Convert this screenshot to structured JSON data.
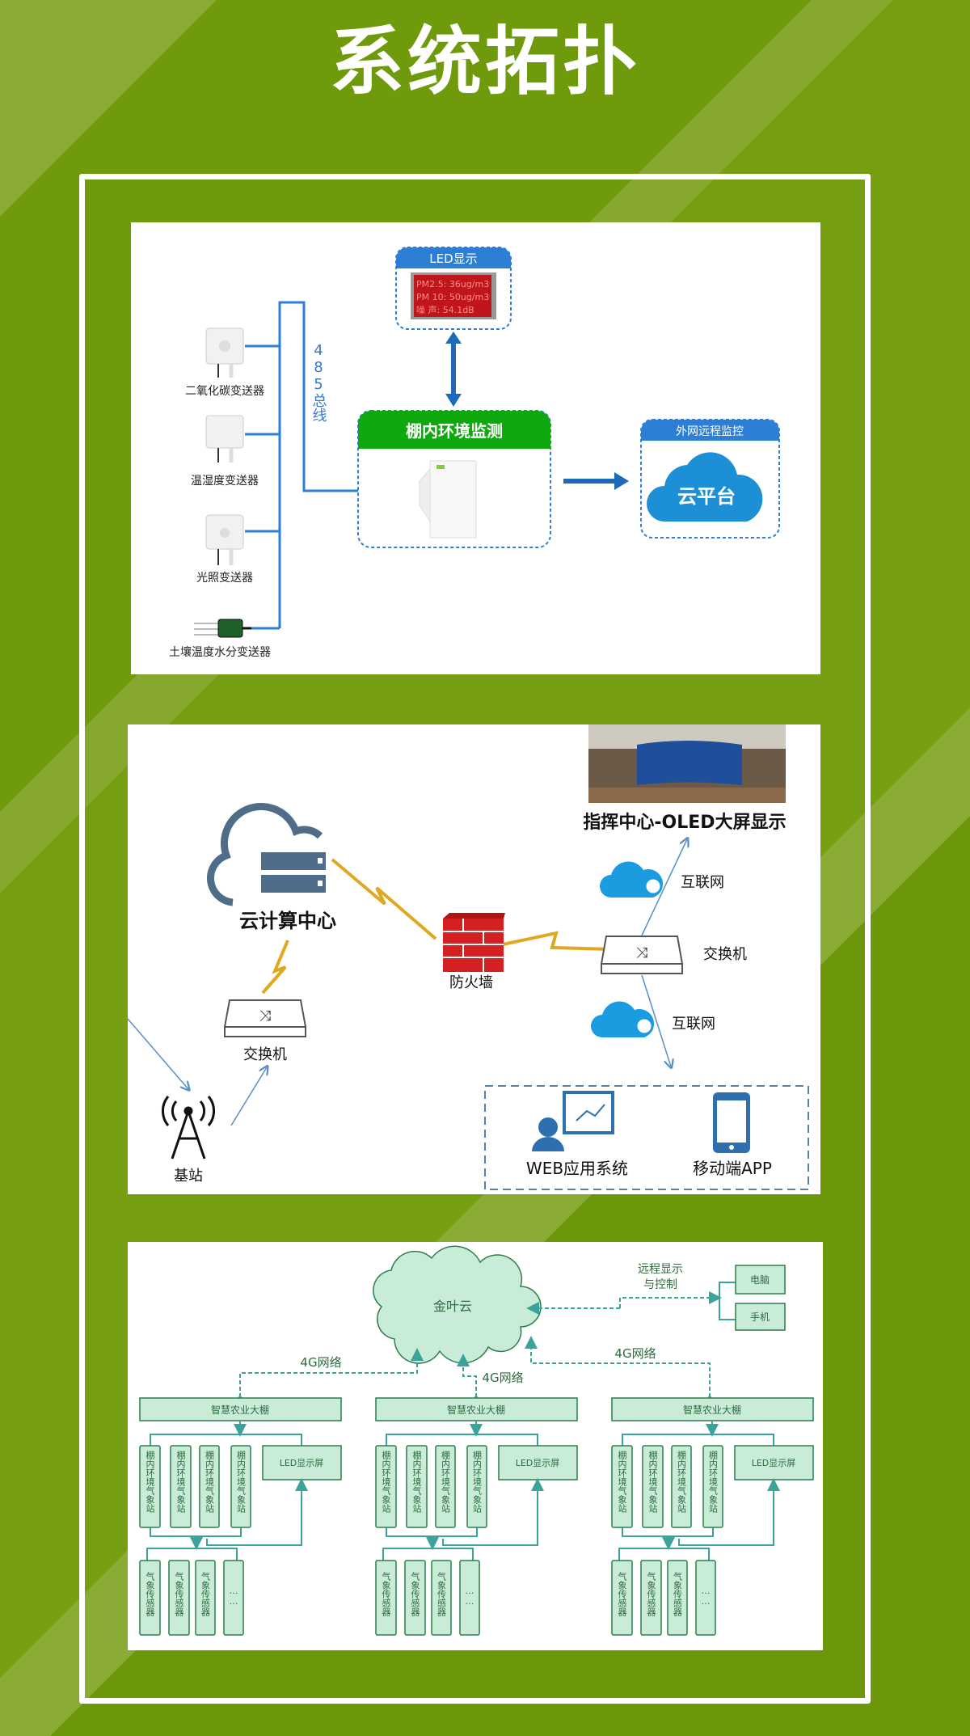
{
  "title": "系统拓扑",
  "colors": {
    "accent_green": "#0fa80f",
    "accent_blue": "#2d7fd6",
    "diagram_box": "#c8ecd8",
    "diagram_line": "#3aa39a"
  },
  "panel1": {
    "led_header": "LED显示",
    "led_lines": [
      "PM2.5: 36ug/m3",
      "PM 10: 50ug/m3",
      "噪 声: 54.1dB"
    ],
    "bus_label": "485总线",
    "monitor_header": "棚内环境监测",
    "remote_header": "外网远程监控",
    "cloud_label": "云平台",
    "sensors": [
      "二氧化碳变送器",
      "温湿度变送器",
      "光照变送器",
      "土壤温度水分变送器"
    ]
  },
  "panel2": {
    "command_center": "指挥中心-OLED大屏显示",
    "cloud_center": "云计算中心",
    "firewall": "防火墙",
    "switch_right": "交换机",
    "internet_top": "互联网",
    "internet_bottom": "互联网",
    "switch_left": "交换机",
    "base_station": "基站",
    "web_app": "WEB应用系统",
    "mobile_app": "移动端APP"
  },
  "panel3": {
    "cloud": "金叶云",
    "remote": [
      "远程显示",
      "与控制"
    ],
    "pc": "电脑",
    "phone": "手机",
    "networks": [
      "4G网络",
      "4G网络",
      "4G网络"
    ],
    "groups": [
      {
        "name": "智慧农业大棚",
        "stations": [
          "棚内环境气象站",
          "棚内环境气象站",
          "棚内环境气象站",
          "棚内环境气象站"
        ],
        "led": "LED显示屏",
        "sensors": [
          "气象传感器",
          "气象传感器",
          "气象传感器",
          "……"
        ]
      },
      {
        "name": "智慧农业大棚",
        "stations": [
          "棚内环境气象站",
          "棚内环境气象站",
          "棚内环境气象站",
          "棚内环境气象站"
        ],
        "led": "LED显示屏",
        "sensors": [
          "气象传感器",
          "气象传感器",
          "气象传感器",
          "……"
        ]
      },
      {
        "name": "智慧农业大棚",
        "stations": [
          "棚内环境气象站",
          "棚内环境气象站",
          "棚内环境气象站",
          "棚内环境气象站"
        ],
        "led": "LED显示屏",
        "sensors": [
          "气象传感器",
          "气象传感器",
          "气象传感器",
          "……"
        ]
      }
    ]
  }
}
